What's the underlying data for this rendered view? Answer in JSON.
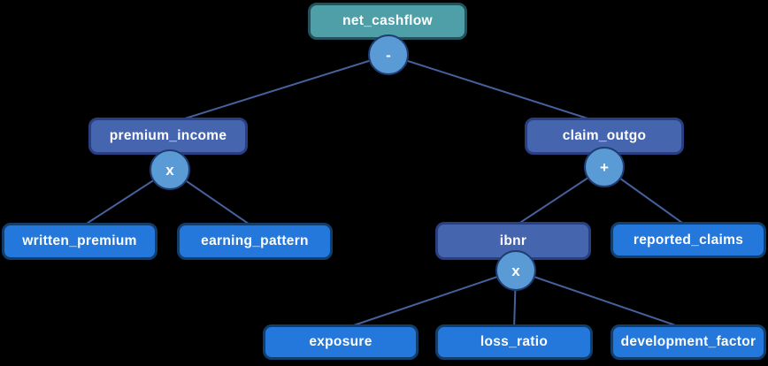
{
  "colors": {
    "background": "#000000",
    "result_node": "#4f9fa9",
    "operation_node": "#4565ae",
    "input_node": "#2478db",
    "operator_circle": "#5b9bd5",
    "connector": "#44619e",
    "text": "#ffffff"
  },
  "nodes": {
    "net_cashflow": {
      "label": "net_cashflow",
      "operator": "-"
    },
    "premium_income": {
      "label": "premium_income",
      "operator": "x"
    },
    "claim_outgo": {
      "label": "claim_outgo",
      "operator": "+"
    },
    "written_premium": {
      "label": "written_premium"
    },
    "earning_pattern": {
      "label": "earning_pattern"
    },
    "ibnr": {
      "label": "ibnr",
      "operator": "x"
    },
    "reported_claims": {
      "label": "reported_claims"
    },
    "exposure": {
      "label": "exposure"
    },
    "loss_ratio": {
      "label": "loss_ratio"
    },
    "development_factor": {
      "label": "development_factor"
    }
  },
  "edges": [
    {
      "from": "net_cashflow",
      "operator": "-",
      "to": [
        "premium_income",
        "claim_outgo"
      ]
    },
    {
      "from": "premium_income",
      "operator": "x",
      "to": [
        "written_premium",
        "earning_pattern"
      ]
    },
    {
      "from": "claim_outgo",
      "operator": "+",
      "to": [
        "ibnr",
        "reported_claims"
      ]
    },
    {
      "from": "ibnr",
      "operator": "x",
      "to": [
        "exposure",
        "loss_ratio",
        "development_factor"
      ]
    }
  ]
}
